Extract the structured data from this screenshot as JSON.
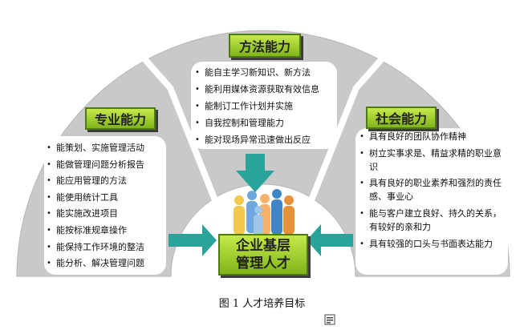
{
  "top_box": {
    "title": "方法能力",
    "items": [
      "能自主学习新知识、新方法",
      "能利用媒体资源获取有效信息",
      "能制订工作计划并实施",
      "自我控制和管理能力",
      "能对现场异常迅速做出反应"
    ]
  },
  "left_box": {
    "title": "专业能力",
    "items": [
      "能策划、实施管理活动",
      "能做管理问题分析报告",
      "能应用管理的方法",
      "能使用统计工具",
      "能实施改进项目",
      "能按标准规章操作",
      "能保持工作环境的整洁",
      "能分析、解决管理问题"
    ]
  },
  "right_box": {
    "title": "社会能力",
    "items": [
      "具有良好的团队协作精神",
      "树立实事求是、精益求精的职业意识",
      "具有良好的职业素养和强烈的责任感、事业心",
      "能与客户建立良好、持久的关系，有较好的亲和力",
      "具有较强的口头与书面表达能力"
    ]
  },
  "center_box": {
    "line1": "企业基层",
    "line2": "管理人才"
  },
  "caption": "图 1    人才培养目标",
  "colors": {
    "band": "#c8c8c8",
    "inner_bg": "#ffffff",
    "title_green": "#9acd32",
    "arrow_teal": "#2aa39a",
    "people": [
      "#f2c94c",
      "#6fa8dc",
      "#f6b26b",
      "#3d85c6",
      "#e69138"
    ]
  },
  "icons": [
    "teal-arrow-icon",
    "people-group-icon",
    "document-icon"
  ]
}
